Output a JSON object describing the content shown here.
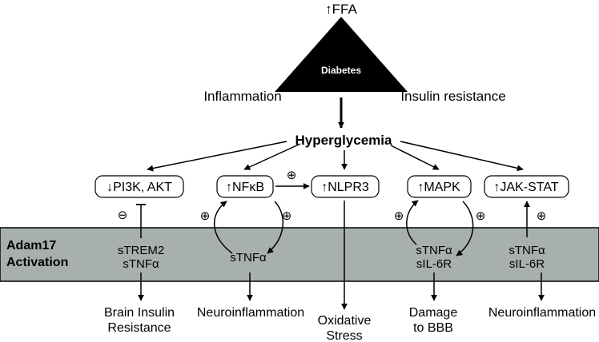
{
  "top_label": "↑FFA",
  "triangle_label": "Diabetes",
  "left_label": "Inflammation",
  "right_label": "Insulin resistance",
  "center_node": "Hyperglycemia",
  "pathways": {
    "pi3k": "↓PI3K, AKT",
    "nfkb": "↑NFκB",
    "nlpr3": "↑NLPR3",
    "mapk": "↑MAPK",
    "jakstat": "↑JAK-STAT"
  },
  "band": {
    "label_line1": "Adam17",
    "label_line2": "Activation",
    "col1": [
      "sTREM2",
      "sTNFα"
    ],
    "col2": [
      "sTNFα"
    ],
    "col4": [
      "sTNFα",
      "sIL-6R"
    ],
    "col5": [
      "sTNFα",
      "sIL-6R"
    ],
    "color": "#a7b0ad"
  },
  "outcomes": {
    "o1": [
      "Brain Insulin",
      "Resistance"
    ],
    "o2": [
      "Neuroinflammation"
    ],
    "o3": [
      "Oxidative",
      "Stress"
    ],
    "o4": [
      "Damage",
      "to BBB"
    ],
    "o5": [
      "Neuroinflammation"
    ]
  },
  "signs": {
    "minus": "⊖",
    "plus": "⊕"
  }
}
